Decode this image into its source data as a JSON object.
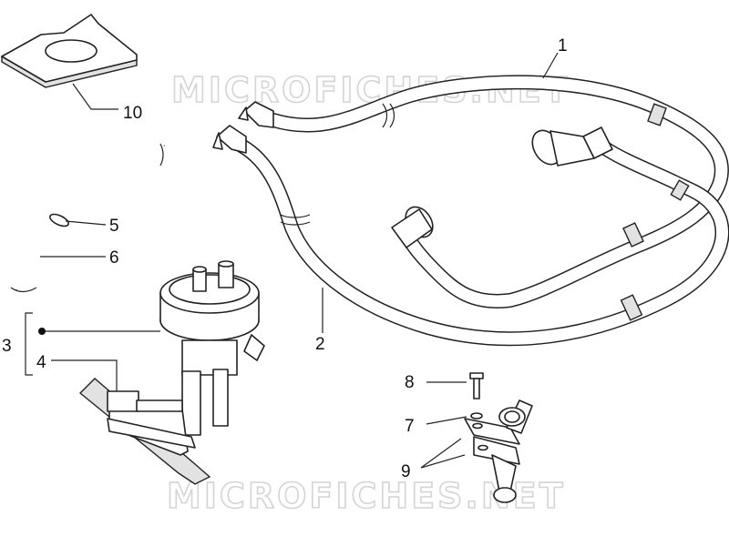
{
  "watermark": {
    "top_text": "MICROFICHES.NET",
    "bottom_text": "MICROFICHES.NET"
  },
  "callouts": {
    "c1": "1",
    "c2": "2",
    "c3": "3",
    "c4": "4",
    "c5": "5",
    "c6": "6",
    "c7": "7",
    "c8": "8",
    "c9": "9",
    "c10": "10"
  },
  "colors": {
    "line": "#222222",
    "watermark": "#d4d4d4",
    "background": "#ffffff"
  }
}
